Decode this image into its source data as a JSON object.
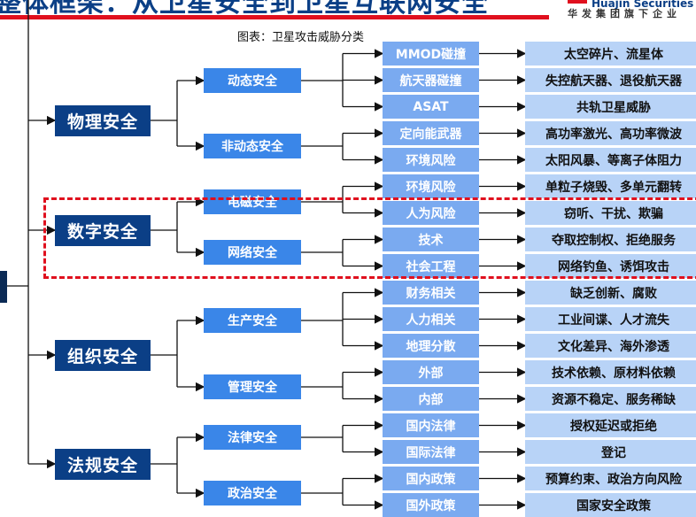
{
  "header": {
    "title": "整体框架：从卫星安全到卫星互联网安全",
    "logo_en": "Huajin Securities",
    "logo_cn": "华发集团旗下企业"
  },
  "caption": "图表：卫星攻击威胁分类",
  "colors": {
    "level1": "#0b3f86",
    "level2": "#3a86e8",
    "level3": "#7aaaf0",
    "level4": "#b8d3f7",
    "highlight": "#e0101e"
  },
  "tree": [
    {
      "label": "物理安全",
      "children": [
        {
          "label": "动态安全",
          "items": [
            [
              "MMOD碰撞",
              "太空碎片、流星体"
            ],
            [
              "航天器碰撞",
              "失控航天器、退役航天器"
            ],
            [
              "ASAT",
              "共轨卫星威胁"
            ]
          ]
        },
        {
          "label": "非动态安全",
          "items": [
            [
              "定向能武器",
              "高功率激光、高功率微波"
            ],
            [
              "环境风险",
              "太阳风暴、等离子体阻力"
            ]
          ]
        }
      ]
    },
    {
      "label": "数字安全",
      "highlighted": true,
      "children": [
        {
          "label": "电磁安全",
          "items": [
            [
              "环境风险",
              "单粒子烧毁、多单元翻转"
            ],
            [
              "人为风险",
              "窃听、干扰、欺骗"
            ]
          ]
        },
        {
          "label": "网络安全",
          "items": [
            [
              "技术",
              "夺取控制权、拒绝服务"
            ],
            [
              "社会工程",
              "网络钓鱼、诱饵攻击"
            ]
          ]
        }
      ]
    },
    {
      "label": "组织安全",
      "children": [
        {
          "label": "生产安全",
          "items": [
            [
              "财务相关",
              "缺乏创新、腐败"
            ],
            [
              "人力相关",
              "工业间谍、人才流失"
            ],
            [
              "地理分散",
              "文化差异、海外渗透"
            ]
          ]
        },
        {
          "label": "管理安全",
          "items": [
            [
              "外部",
              "技术依赖、原材料依赖"
            ],
            [
              "内部",
              "资源不稳定、服务稀缺"
            ]
          ]
        }
      ]
    },
    {
      "label": "法规安全",
      "children": [
        {
          "label": "法律安全",
          "items": [
            [
              "国内法律",
              "授权延迟或拒绝"
            ],
            [
              "国际法律",
              "登记"
            ]
          ]
        },
        {
          "label": "政治安全",
          "items": [
            [
              "国内政策",
              "预算约束、政治方向风险"
            ],
            [
              "国外政策",
              "国家安全政策"
            ]
          ]
        }
      ]
    }
  ]
}
